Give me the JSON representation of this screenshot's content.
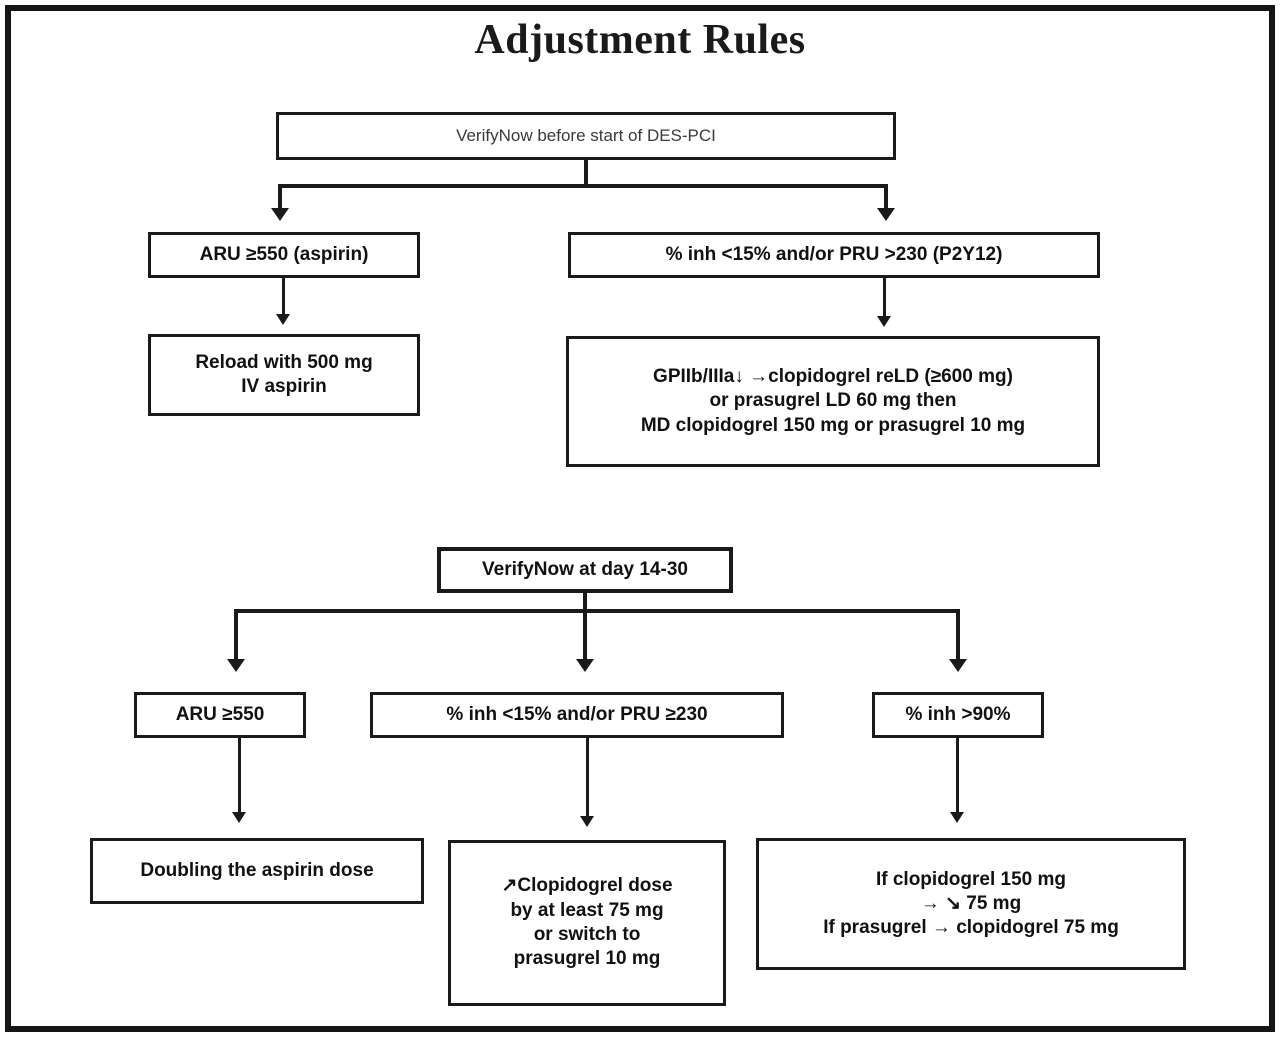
{
  "title": "Adjustment Rules",
  "flow": {
    "stage1": {
      "root": {
        "label": "VerifyNow before start of DES-PCI"
      },
      "left_condition": {
        "label": "ARU ≥550 (aspirin)"
      },
      "right_condition": {
        "label": "% inh <15% and/or PRU >230 (P2Y12)"
      },
      "left_action": {
        "label": "Reload with 500 mg\nIV aspirin"
      },
      "right_action": {
        "label": "GPIIb/IIIa↓ →clopidogrel reLD (≥600 mg)\nor prasugrel LD 60 mg then\nMD clopidogrel 150 mg or prasugrel 10 mg"
      }
    },
    "stage2": {
      "root": {
        "label": "VerifyNow at day 14-30"
      },
      "condition_left": {
        "label": "ARU ≥550"
      },
      "condition_middle": {
        "label": "% inh <15% and/or PRU ≥230"
      },
      "condition_right": {
        "label": "% inh >90%"
      },
      "action_left": {
        "label": "Doubling the aspirin dose"
      },
      "action_middle": {
        "label": "↗Clopidogrel dose\nby at least 75 mg\nor switch to\nprasugrel 10 mg"
      },
      "action_right": {
        "label": "If clopidogrel 150 mg\n→ ↘ 75 mg\nIf prasugrel → clopidogrel 75 mg"
      }
    }
  },
  "colors": {
    "ink": "#1a1a1a",
    "background": "#ffffff"
  }
}
